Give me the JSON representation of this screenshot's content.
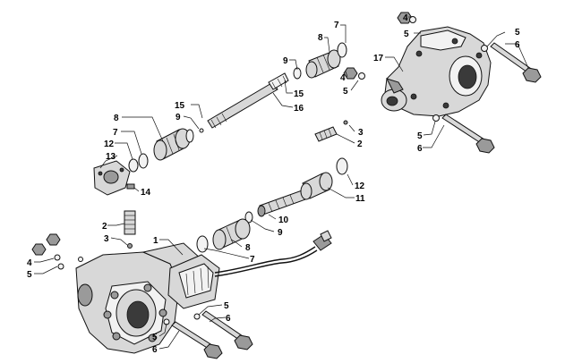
{
  "callouts": [
    {
      "id": "c1",
      "text": "7"
    },
    {
      "id": "c2",
      "text": "8"
    },
    {
      "id": "c3",
      "text": "4"
    },
    {
      "id": "c4",
      "text": "5"
    },
    {
      "id": "c5",
      "text": "5"
    },
    {
      "id": "c6",
      "text": "6"
    },
    {
      "id": "c7",
      "text": "17"
    },
    {
      "id": "c8",
      "text": "9"
    },
    {
      "id": "c9",
      "text": "15"
    },
    {
      "id": "c10",
      "text": "4"
    },
    {
      "id": "c11",
      "text": "5"
    },
    {
      "id": "c12",
      "text": "15"
    },
    {
      "id": "c13",
      "text": "9"
    },
    {
      "id": "c14",
      "text": "16"
    },
    {
      "id": "c15",
      "text": "8"
    },
    {
      "id": "c16",
      "text": "7"
    },
    {
      "id": "c17",
      "text": "12"
    },
    {
      "id": "c18",
      "text": "13"
    },
    {
      "id": "c19",
      "text": "14"
    },
    {
      "id": "c20",
      "text": "3"
    },
    {
      "id": "c21",
      "text": "2"
    },
    {
      "id": "c22",
      "text": "5"
    },
    {
      "id": "c23",
      "text": "6"
    },
    {
      "id": "c24",
      "text": "12"
    },
    {
      "id": "c25",
      "text": "11"
    },
    {
      "id": "c26",
      "text": "10"
    },
    {
      "id": "c27",
      "text": "9"
    },
    {
      "id": "c28",
      "text": "2"
    },
    {
      "id": "c29",
      "text": "3"
    },
    {
      "id": "c30",
      "text": "1"
    },
    {
      "id": "c31",
      "text": "8"
    },
    {
      "id": "c32",
      "text": "7"
    },
    {
      "id": "c33",
      "text": "4"
    },
    {
      "id": "c34",
      "text": "5"
    },
    {
      "id": "c35",
      "text": "5"
    },
    {
      "id": "c36",
      "text": "6"
    },
    {
      "id": "c37",
      "text": "5"
    },
    {
      "id": "c38",
      "text": "6"
    }
  ]
}
